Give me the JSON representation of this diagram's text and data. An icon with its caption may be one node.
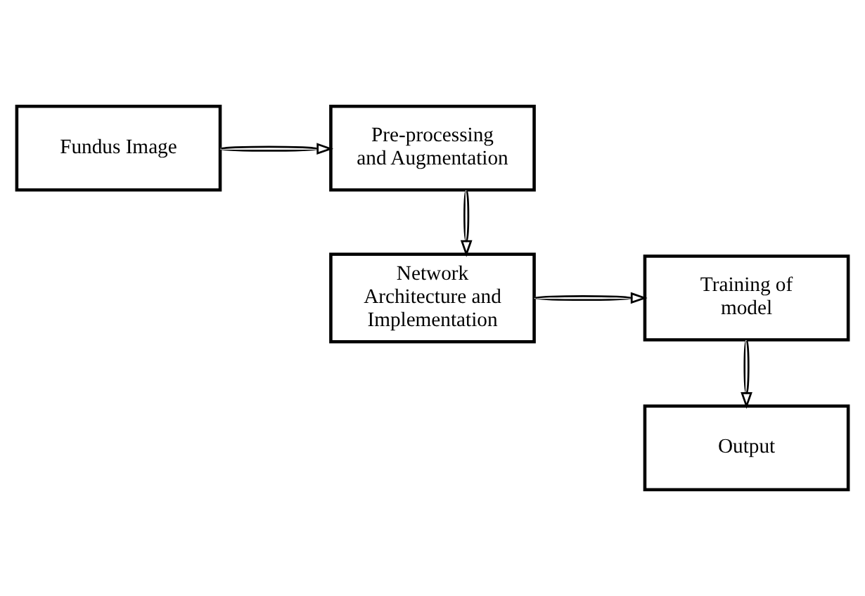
{
  "diagram": {
    "nodes": [
      {
        "text": [
          "Fundus Image"
        ]
      },
      {
        "text": [
          "Pre-processing and Augmentation"
        ]
      },
      {
        "text": [
          "Network Architecture and Implementation"
        ]
      },
      {
        "text": [
          "Training of model"
        ]
      },
      {
        "text": [
          "Output"
        ]
      }
    ],
    "edges": [
      {
        "from": 0,
        "to": 1,
        "arrow": "to"
      },
      {
        "from": 1,
        "to": 2,
        "arrow": "to"
      },
      {
        "from": 2,
        "to": 3,
        "arrow": "to"
      },
      {
        "from": 3,
        "to": 4,
        "arrow": "to"
      }
    ]
  }
}
